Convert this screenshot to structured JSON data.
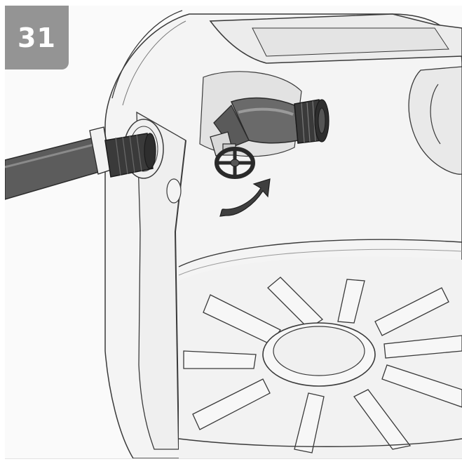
{
  "step": {
    "number": "31"
  },
  "illustration": {
    "subject": "tank-with-hose-and-valve",
    "icons": [
      "hose",
      "hose-fitting",
      "elbow-valve",
      "handwheel",
      "rotation-arrow",
      "tank-base-ribs"
    ]
  },
  "colors": {
    "badge": "#949494",
    "line": "#3a3a3a",
    "body": "#f3f3f3",
    "hose": "#5a5a5a",
    "dark_part": "#2e2e2e"
  }
}
